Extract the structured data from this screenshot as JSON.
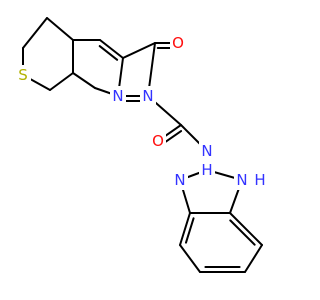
{
  "colors": {
    "bond": "#000000",
    "N": "#3333ff",
    "O": "#ff0d0d",
    "S": "#b2b200",
    "background": "#ffffff"
  },
  "atoms": [
    {
      "id": "s1",
      "label": "S",
      "element": "S"
    },
    {
      "id": "o1",
      "label": "O",
      "element": "O"
    },
    {
      "id": "n1",
      "label": "N",
      "element": "N"
    },
    {
      "id": "n2",
      "label": "N",
      "element": "N"
    },
    {
      "id": "o2",
      "label": "O",
      "element": "O"
    },
    {
      "id": "n3",
      "label": "N",
      "element": "N"
    },
    {
      "id": "h3",
      "label": "H",
      "element": "N"
    },
    {
      "id": "n4",
      "label": "N",
      "element": "N"
    },
    {
      "id": "n5",
      "label": "N",
      "element": "N"
    },
    {
      "id": "h5",
      "label": "H",
      "element": "N"
    }
  ]
}
